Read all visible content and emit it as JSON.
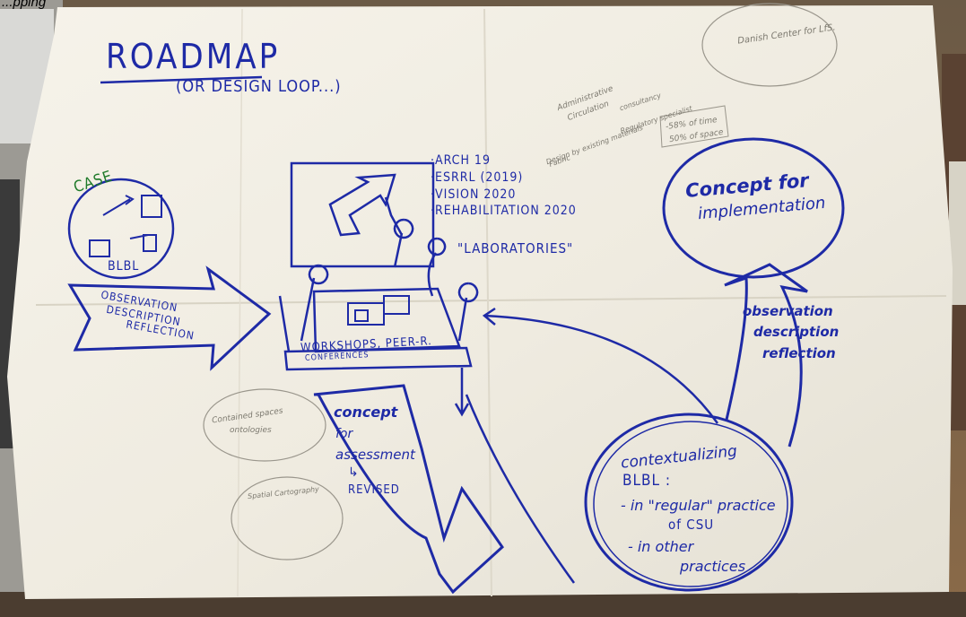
{
  "caption": "...pping",
  "roadmap": {
    "title": "ROADMAP",
    "subtitle": "(OR DESIGN LOOP...)"
  },
  "case": {
    "label": "CASE",
    "name": "BLBL"
  },
  "arrow_left": [
    "OBSERVATION",
    "DESCRIPTION",
    "REFLECTION"
  ],
  "events": [
    "·ARCH 19",
    "·ESRRL (2019)",
    "·VISION 2020",
    "·REHABILITATION 2020"
  ],
  "laboratories": "\"LABORATORIES\"",
  "workshops": {
    "line1": "WORKSHOPS, PEER-R.",
    "line2": "CONFERENCES"
  },
  "assessment": [
    "concept",
    "for",
    "assessment",
    "↳",
    "REVISED"
  ],
  "implementation": [
    "Concept for",
    "implementation"
  ],
  "arrow_right": [
    "observation",
    "description",
    "reflection"
  ],
  "contextualizing": [
    "contextualizing",
    "BLBL :",
    "- in \"regular\" practice",
    "of CSU",
    "- in other",
    "practices"
  ],
  "pencil_notes": [
    "Danish Center for LfS.",
    "Administrative",
    "Circulation",
    "consultancy",
    "Regulatory specialist",
    "Design by existing materials",
    "Fabric",
    "-58% of time",
    "50% of space",
    "Contained spaces",
    "ontologies",
    "Spatial Cartography"
  ],
  "colors": {
    "ink": "#1e2aa6",
    "green": "#1f7a2a",
    "paper": "#f4f1e6",
    "pencil": "#7d7a70"
  }
}
